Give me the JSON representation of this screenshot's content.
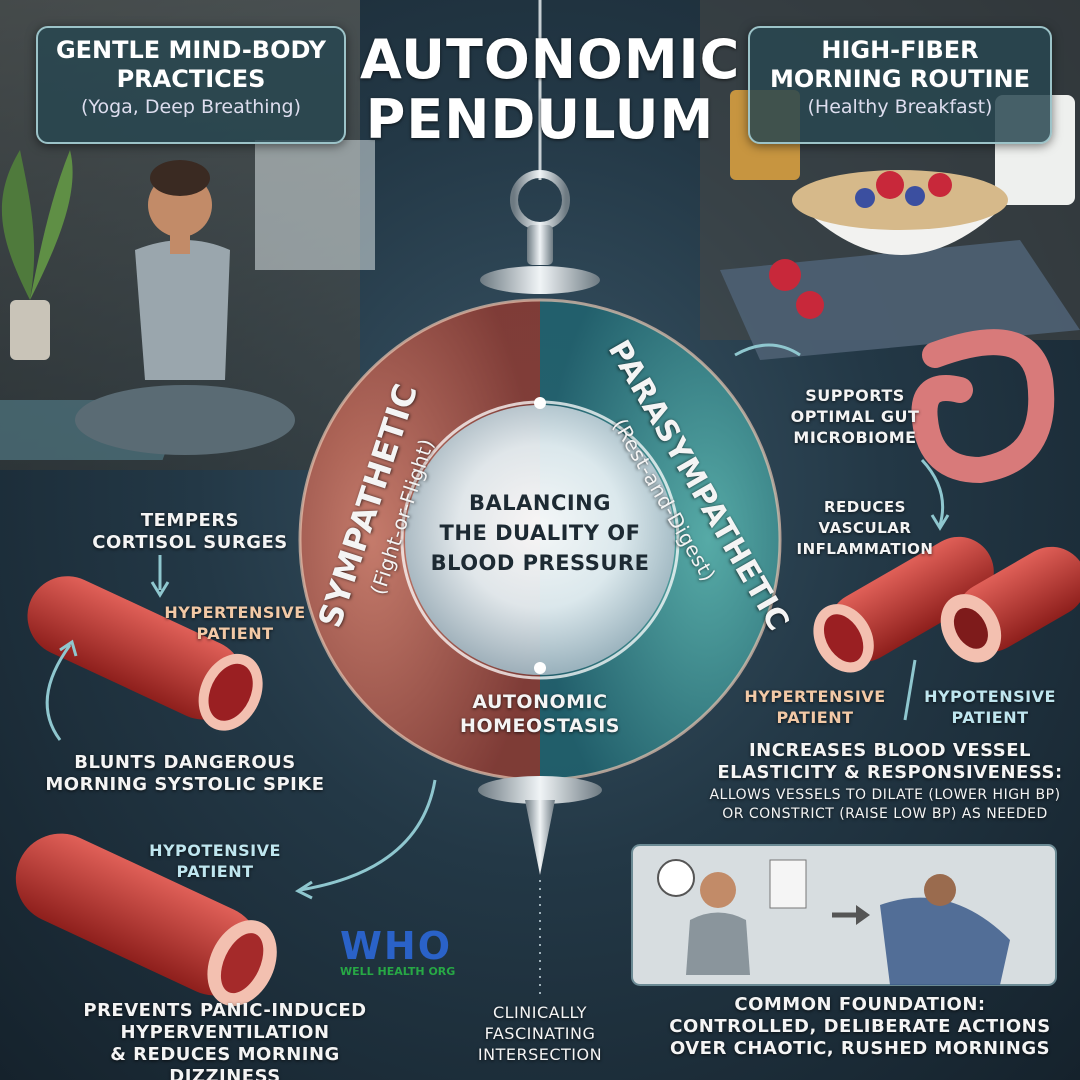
{
  "title": {
    "line1": "AUTONOMIC",
    "line2": "PENDULUM"
  },
  "top_left_box": {
    "line1": "GENTLE MIND-BODY",
    "line2": "PRACTICES",
    "sub": "(Yoga, Deep Breathing)"
  },
  "top_right_box": {
    "line1": "HIGH-FIBER",
    "line2": "MORNING ROUTINE",
    "sub": "(Healthy Breakfast)"
  },
  "pendulum": {
    "left_title": "SYMPATHETIC",
    "left_sub": "(Fight-or-Flight)",
    "right_title": "PARASYMPATHETIC",
    "right_sub": "(Rest-and-Digest)",
    "center": [
      "BALANCING",
      "THE DUALITY OF",
      "BLOOD PRESSURE"
    ],
    "bottom": [
      "AUTONOMIC",
      "HOMEOSTASIS"
    ]
  },
  "left_side": {
    "tempers": [
      "TEMPERS",
      "CORTISOL SURGES"
    ],
    "hyper_label": [
      "HYPERTENSIVE",
      "PATIENT"
    ],
    "blunts": [
      "BLUNTS DANGEROUS",
      "MORNING SYSTOLIC SPIKE"
    ],
    "hypo_label": [
      "HYPOTENSIVE",
      "PATIENT"
    ],
    "prevents": [
      "PREVENTS PANIC-INDUCED",
      "HYPERVENTILATION",
      "& REDUCES MORNING DIZZINESS"
    ]
  },
  "right_side": {
    "supports": [
      "SUPPORTS",
      "OPTIMAL GUT",
      "MICROBIOME"
    ],
    "reduces": [
      "REDUCES",
      "VASCULAR",
      "INFLAMMATION"
    ],
    "hyper_label": [
      "HYPERTENSIVE",
      "PATIENT"
    ],
    "hypo_label": [
      "HYPOTENSIVE",
      "PATIENT"
    ],
    "increases": [
      "INCREASES BLOOD VESSEL",
      "ELASTICITY & RESPONSIVENESS:"
    ],
    "allows": [
      "ALLOWS VESSELS TO DILATE (LOWER HIGH BP)",
      "OR CONSTRICT (RAISE LOW BP) AS NEEDED"
    ],
    "foundation": [
      "COMMON FOUNDATION:",
      "CONTROLLED, DELIBERATE ACTIONS",
      "OVER CHAOTIC, RUSHED MORNINGS"
    ]
  },
  "bottom_center": [
    "CLINICALLY",
    "FASCINATING",
    "INTERSECTION"
  ],
  "logo": {
    "mark": "WHO",
    "text": "WELL HEALTH ORG"
  },
  "colors": {
    "warm": "#c25a4a",
    "cool": "#3fa9a5",
    "vessel": "#b8312c",
    "accent_text": "#f2c9a6"
  }
}
